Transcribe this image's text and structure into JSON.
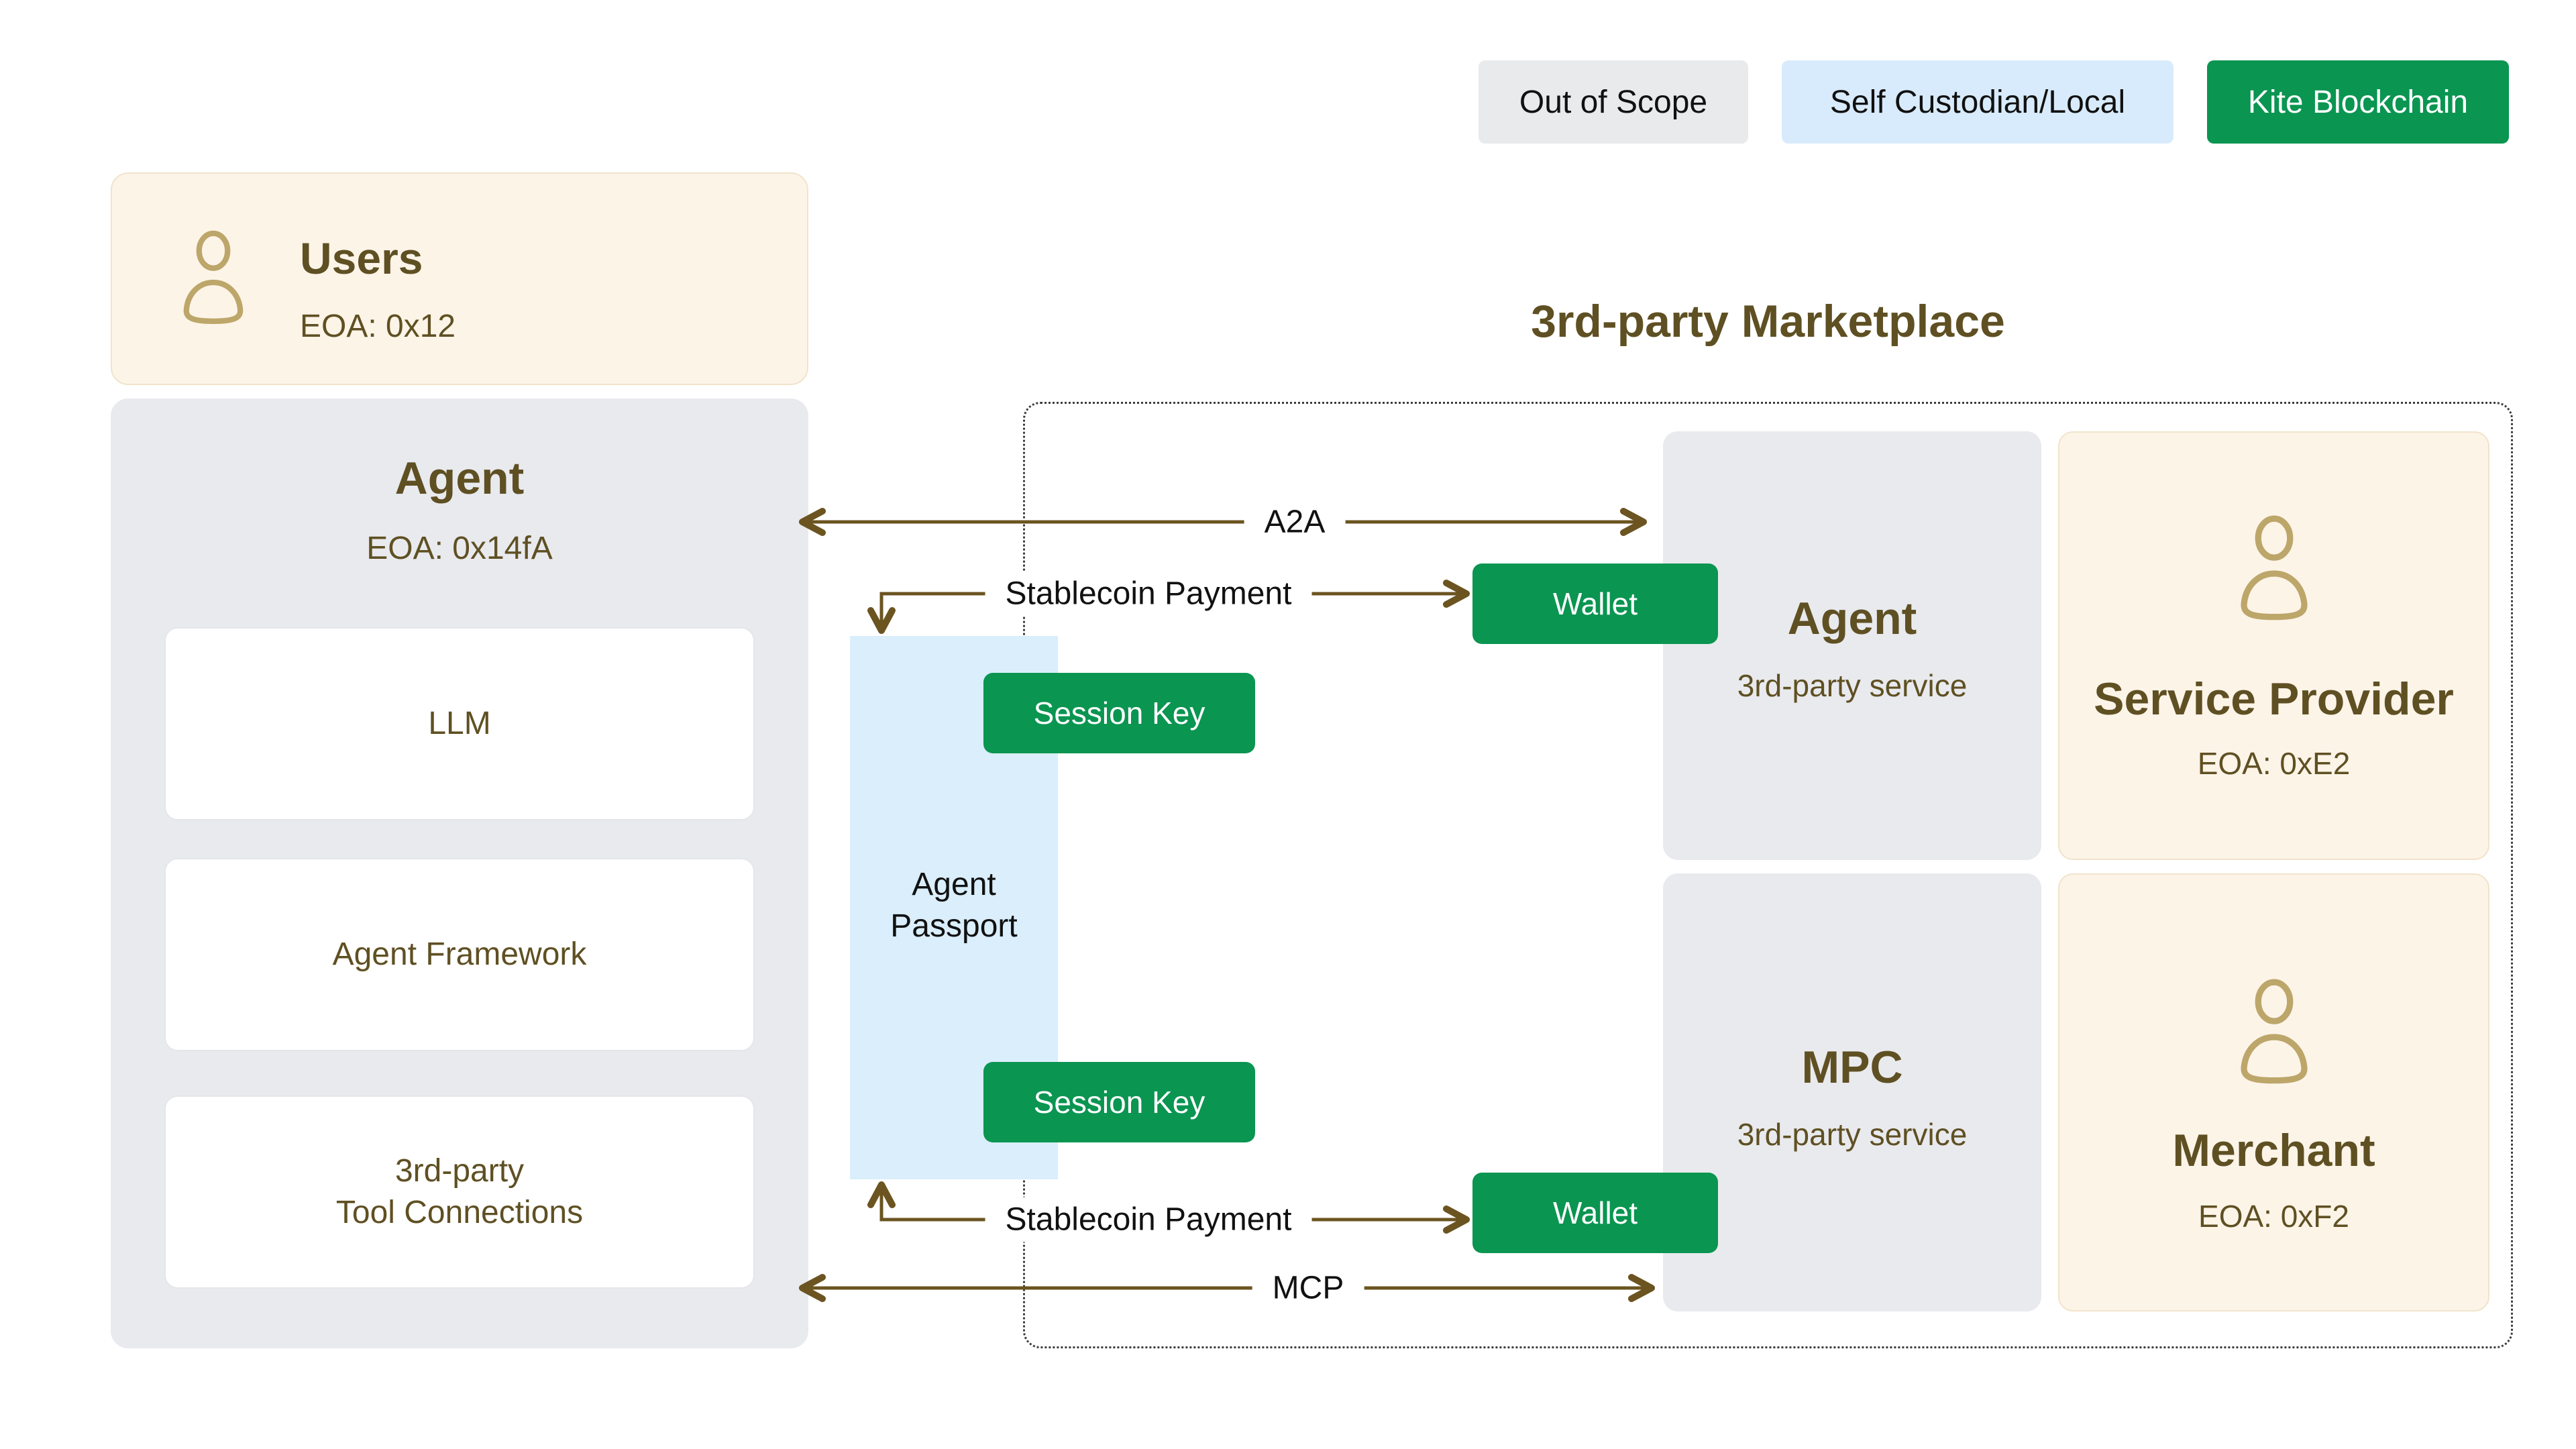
{
  "colors": {
    "green": "#0a9551",
    "brown-text": "#5f5023",
    "arrow": "#6b5420",
    "peach-bg": "#fdf4e8",
    "peach-border": "#f1e3cb",
    "gray-card": "#e9eaee",
    "blue-panel": "#daeefc",
    "legend-gray": "#e9eaec",
    "legend-blue": "#d8ebfc",
    "label-black": "#111111"
  },
  "legend": {
    "out_of_scope": "Out of Scope",
    "self_custodian": "Self Custodian/Local",
    "kite_blockchain": "Kite Blockchain"
  },
  "users_card": {
    "title": "Users",
    "eoa": "EOA: 0x12"
  },
  "agent_card": {
    "title": "Agent",
    "eoa": "EOA: 0x14fA",
    "components": [
      {
        "line1": "LLM"
      },
      {
        "line1": "Agent Framework"
      },
      {
        "line1": "3rd-party",
        "line2": "Tool Connections"
      }
    ]
  },
  "passport": {
    "line1": "Agent",
    "line2": "Passport"
  },
  "buttons": {
    "session_key": "Session Key",
    "wallet": "Wallet"
  },
  "marketplace": {
    "title": "3rd-party Marketplace",
    "agent_service": {
      "title": "Agent",
      "subtitle": "3rd-party service"
    },
    "service_provider": {
      "title": "Service Provider",
      "eoa": "EOA: 0xE2"
    },
    "mpc_service": {
      "title": "MPC",
      "subtitle": "3rd-party service"
    },
    "merchant": {
      "title": "Merchant",
      "eoa": "EOA: 0xF2"
    }
  },
  "connections": {
    "a2a": "A2A",
    "stablecoin_top": "Stablecoin Payment",
    "stablecoin_bottom": "Stablecoin Payment",
    "mcp": "MCP"
  }
}
